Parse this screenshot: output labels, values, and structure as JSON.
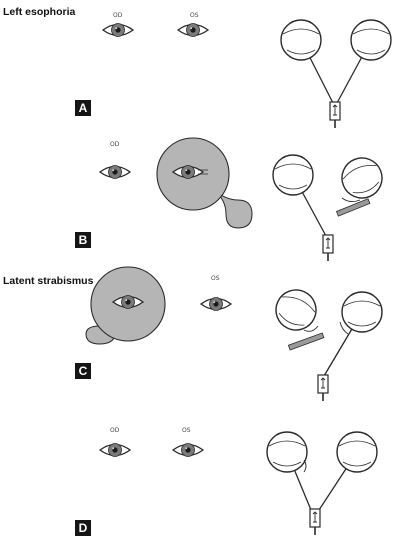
{
  "headings": {
    "left_esophoria": "Left esophoria",
    "latent_strabismus": "Latent strabismus"
  },
  "panels": [
    {
      "label": "A"
    },
    {
      "label": "B"
    },
    {
      "label": "C"
    },
    {
      "label": "D"
    }
  ],
  "eye_tags": {
    "right": "OD",
    "left": "OS"
  },
  "colors": {
    "ink": "#2a2a2a",
    "cover_fill": "#b5b5b5",
    "iris": "#7a7a7a",
    "label_bg": "#151515"
  }
}
